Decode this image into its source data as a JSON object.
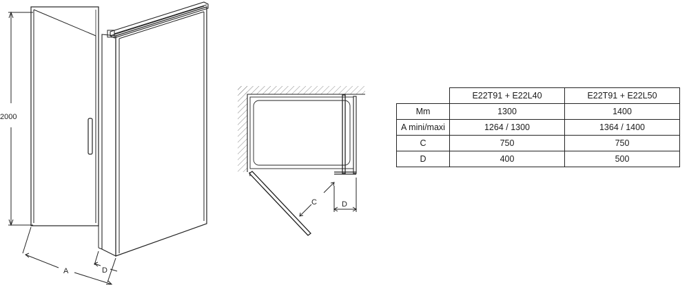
{
  "elevation": {
    "height_label": "2000",
    "width_label": "A",
    "offset_label": "D"
  },
  "plan": {
    "swing_label": "C",
    "offset_label": "D"
  },
  "spec_table": {
    "columns": [
      "E22T91 + E22L40",
      "E22T91 + E22L50"
    ],
    "rows": [
      {
        "label": "Mm",
        "values": [
          "1300",
          "1400"
        ]
      },
      {
        "label": "A mini/maxi",
        "values": [
          "1264 / 1300",
          "1364 / 1400"
        ]
      },
      {
        "label": "C",
        "values": [
          "750",
          "750"
        ]
      },
      {
        "label": "D",
        "values": [
          "400",
          "500"
        ]
      }
    ]
  },
  "colors": {
    "line": "#222222",
    "wall_hatch": "#888888"
  }
}
